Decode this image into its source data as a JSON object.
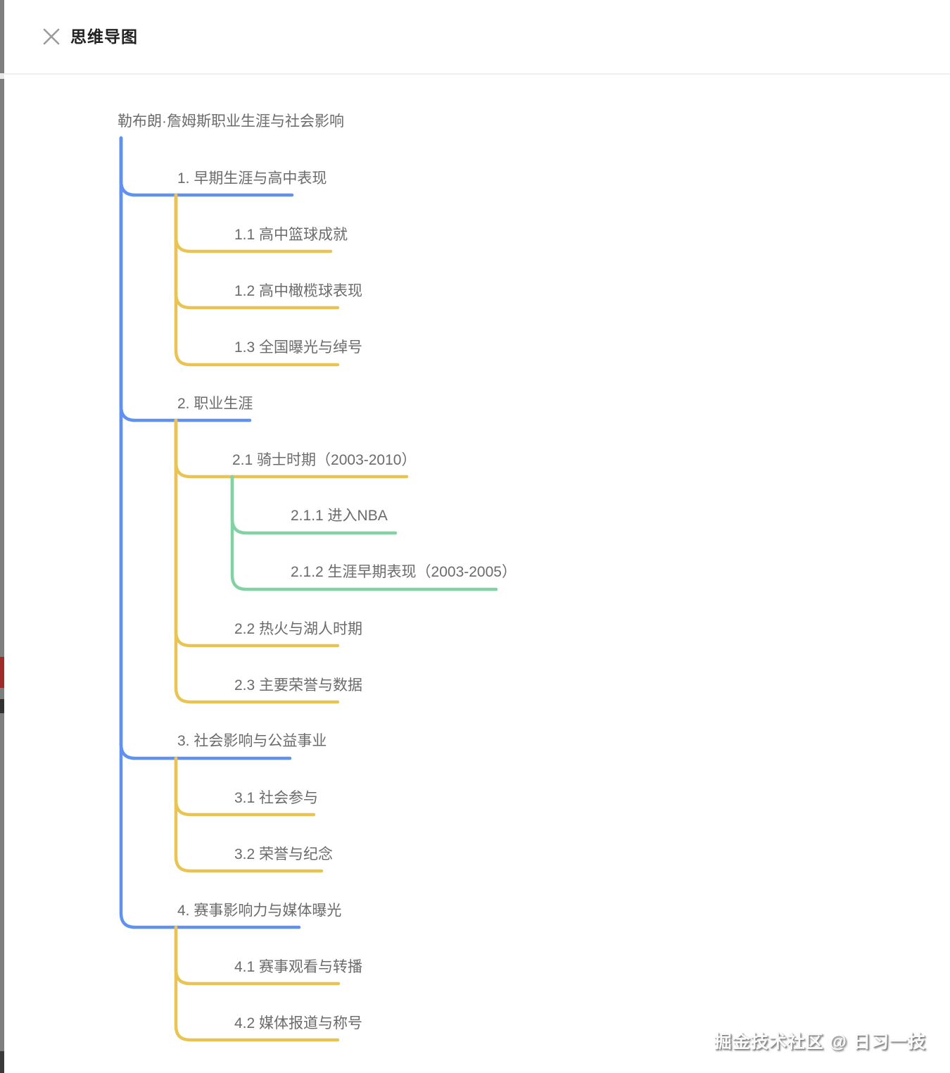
{
  "header": {
    "title": "思维导图",
    "close_icon": "close-x"
  },
  "mindmap": {
    "colors": {
      "level1": "#6191ef",
      "level2": "#eac355",
      "level3": "#82d2a4"
    },
    "root": {
      "label": "勒布朗·詹姆斯职业生涯与社会影响"
    },
    "branches": [
      {
        "label": "1. 早期生涯与高中表现",
        "children": [
          {
            "label": "1.1 高中篮球成就"
          },
          {
            "label": "1.2 高中橄榄球表现"
          },
          {
            "label": "1.3 全国曝光与绰号"
          }
        ]
      },
      {
        "label": "2. 职业生涯",
        "children": [
          {
            "label": "2.1 骑士时期（2003-2010）",
            "children": [
              {
                "label": "2.1.1 进入NBA"
              },
              {
                "label": "2.1.2 生涯早期表现（2003-2005）"
              }
            ]
          },
          {
            "label": "2.2 热火与湖人时期"
          },
          {
            "label": "2.3 主要荣誉与数据"
          }
        ]
      },
      {
        "label": "3. 社会影响与公益事业",
        "children": [
          {
            "label": "3.1 社会参与"
          },
          {
            "label": "3.2 荣誉与纪念"
          }
        ]
      },
      {
        "label": "4. 赛事影响力与媒体曝光",
        "children": [
          {
            "label": "4.1 赛事观看与转播"
          },
          {
            "label": "4.2 媒体报道与称号"
          }
        ]
      }
    ]
  },
  "watermark": {
    "text": "掘金技术社区 @ 日习一技"
  }
}
